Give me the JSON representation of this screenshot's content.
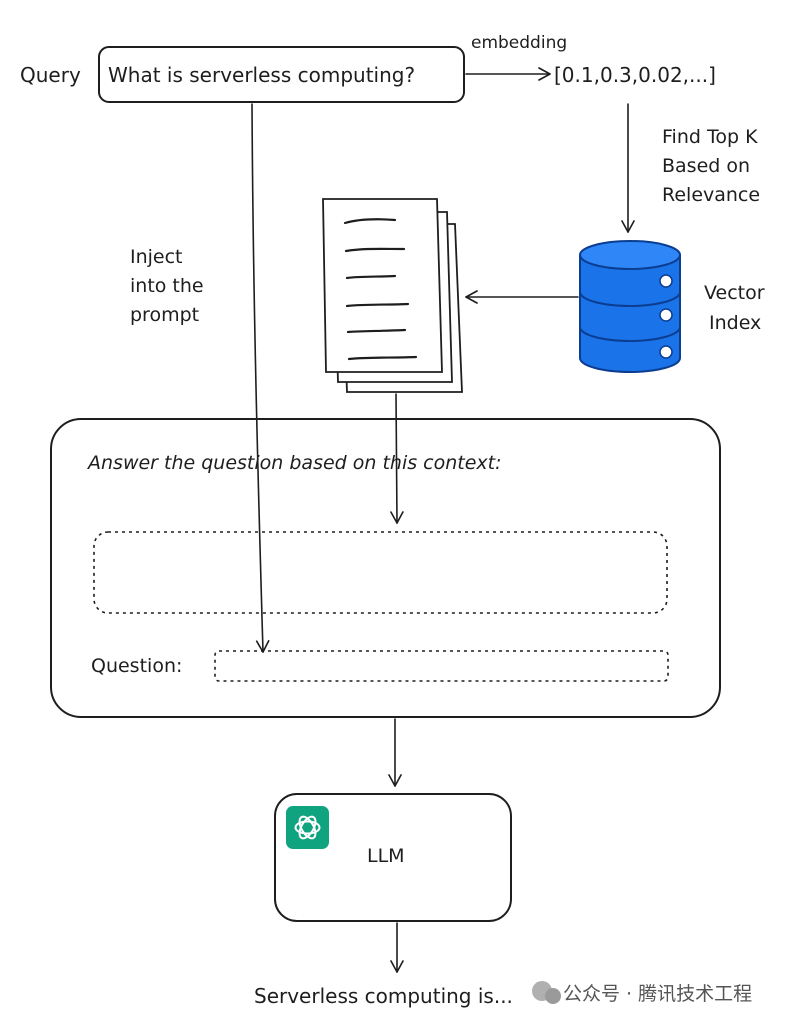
{
  "query": {
    "label": "Query",
    "text": "What is serverless computing?",
    "embedding_label": "embedding",
    "vector": "[0.1,0.3,0.02,...]"
  },
  "retrieval": {
    "find_top_k": [
      "Find Top K",
      "Based on",
      "Relevance"
    ],
    "vector_index": [
      "Vector",
      "Index"
    ],
    "vector_index_color": "#1a73e8"
  },
  "inject": [
    "Inject",
    "into the",
    "prompt"
  ],
  "prompt": {
    "instruction": "Answer the question based on this context:",
    "question_label": "Question:"
  },
  "llm": {
    "label": "LLM",
    "logo_color": "#10a37f"
  },
  "output": {
    "text": "Serverless computing is..."
  },
  "watermark": "公众号 · 腾讯技术工程"
}
